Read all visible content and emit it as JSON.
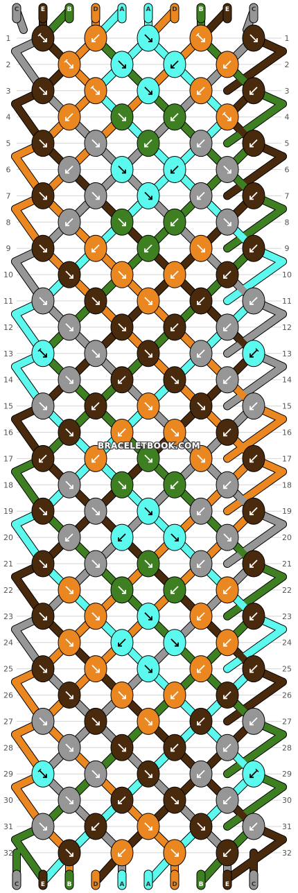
{
  "colors": {
    "A": "#5cfaee",
    "B": "#3e8021",
    "C": "#969696",
    "D": "#ea8720",
    "E": "#4a2a0c",
    "background": "#ffffff",
    "grid_line": "#d4d4d4",
    "row_label": "#555555"
  },
  "strands_top": [
    "C",
    "E",
    "B",
    "D",
    "A",
    "A",
    "D",
    "B",
    "E",
    "C"
  ],
  "strands_bottom": [
    "C",
    "E",
    "B",
    "D",
    "A",
    "A",
    "D",
    "B",
    "E",
    "C"
  ],
  "row_labels": [
    "1",
    "2",
    "3",
    "4",
    "5",
    "6",
    "7",
    "8",
    "9",
    "10",
    "11",
    "12",
    "13",
    "14",
    "15",
    "16",
    "17",
    "18",
    "19",
    "20",
    "21",
    "22",
    "23",
    "24",
    "25",
    "26",
    "27",
    "28",
    "29",
    "30",
    "31",
    "32"
  ],
  "watermark": "BRACELETBOOK.COM",
  "knots": [
    [
      "E:ri",
      "D:l",
      "A:r",
      "D:ri",
      "E:r"
    ],
    [
      "D:ri",
      "A:r",
      "A:l",
      "D:l"
    ],
    [
      "E:r",
      "D:ri",
      "A:r",
      "D:l",
      "E:l"
    ],
    [
      "D:l",
      "B:r",
      "B:l",
      "D:ri"
    ],
    [
      "E:r",
      "C:r",
      "B:l",
      "C:l",
      "E:l"
    ],
    [
      "C:l",
      "A:r",
      "A:l",
      "C:r"
    ],
    [
      "E:r",
      "C:r",
      "A:r",
      "C:l",
      "E:l"
    ],
    [
      "C:l",
      "B:r",
      "B:l",
      "C:r"
    ],
    [
      "E:r",
      "D:l",
      "B:l",
      "D:r",
      "E:l"
    ],
    [
      "E:r",
      "D:r",
      "D:l",
      "E:l"
    ],
    [
      "C:r",
      "E:r",
      "D:r",
      "E:l",
      "C:l"
    ],
    [
      "C:r",
      "E:r",
      "E:l",
      "C:l"
    ],
    [
      "A:ri",
      "C:r",
      "E:r",
      "C:l",
      "A:li"
    ],
    [
      "C:r",
      "E:l",
      "E:r",
      "C:l"
    ],
    [
      "C:r",
      "E:l",
      "D:r",
      "E:r",
      "C:l"
    ],
    [
      "E:r",
      "D:l",
      "D:r",
      "E:l"
    ],
    [
      "E:l",
      "D:l",
      "B:r",
      "D:r",
      "E:l"
    ],
    [
      "C:r",
      "B:r",
      "B:l",
      "C:l"
    ],
    [
      "E:r",
      "C:r",
      "A:r",
      "C:l",
      "E:l"
    ],
    [
      "C:l",
      "A:l",
      "A:r",
      "C:r"
    ],
    [
      "E:r",
      "C:r",
      "B:r",
      "C:l",
      "E:l"
    ],
    [
      "D:r",
      "B:r",
      "B:l",
      "D:l"
    ],
    [
      "E:r",
      "D:r",
      "A:r",
      "D:l",
      "E:l"
    ],
    [
      "D:r",
      "A:l",
      "A:r",
      "D:l"
    ],
    [
      "E:r",
      "D:r",
      "A:r",
      "D:l",
      "E:l"
    ],
    [
      "E:r",
      "D:r",
      "D:l",
      "E:l"
    ],
    [
      "C:r",
      "E:r",
      "D:r",
      "E:l",
      "C:l"
    ],
    [
      "C:r",
      "E:r",
      "E:l",
      "C:l"
    ],
    [
      "A:ri",
      "C:r",
      "E:r",
      "C:l",
      "A:li"
    ],
    [
      "C:r",
      "E:l",
      "E:r",
      "C:l"
    ],
    [
      "C:r",
      "E:l",
      "D:r",
      "E:r",
      "C:l"
    ],
    [
      "E:r",
      "D:l",
      "D:r",
      "E:l"
    ]
  ]
}
